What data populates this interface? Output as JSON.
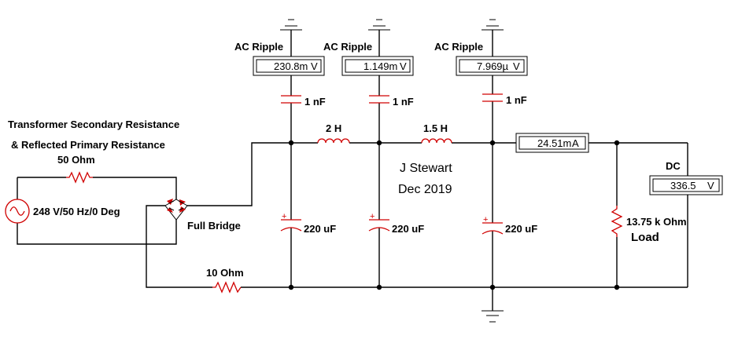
{
  "source": {
    "label": "248 V/50 Hz/0 Deg"
  },
  "transformer_note": {
    "line1": "Transformer Secondary Resistance",
    "line2": "& Reflected Primary Resistance"
  },
  "resistors": {
    "series_top": "50  Ohm",
    "series_bottom": "10  Ohm",
    "load_value": "13.75 k Ohm",
    "load_name": "Load"
  },
  "bridge": {
    "label": "Full Bridge"
  },
  "inductors": {
    "l1": "2 H",
    "l2": "1.5 H"
  },
  "capacitors": {
    "c1_small": "1 nF",
    "c2_small": "1 nF",
    "c3_small": "1 nF",
    "c1_big": "220 uF",
    "c2_big": "220 uF",
    "c3_big": "220 uF"
  },
  "meters": {
    "ripple1": {
      "title": "AC Ripple",
      "value": "230.8m",
      "unit": "V"
    },
    "ripple2": {
      "title": "AC Ripple",
      "value": "1.149m",
      "unit": "V"
    },
    "ripple3": {
      "title": "AC Ripple",
      "value": "7.969µ",
      "unit": "V"
    },
    "ammeter": {
      "value": "24.51m",
      "unit": "A"
    },
    "dc": {
      "title": "DC",
      "value": "336.5",
      "unit": "V"
    }
  },
  "author": {
    "name": "J Stewart",
    "date": "Dec 2019"
  },
  "colors": {
    "component": "#d00000",
    "wire": "#000000"
  }
}
